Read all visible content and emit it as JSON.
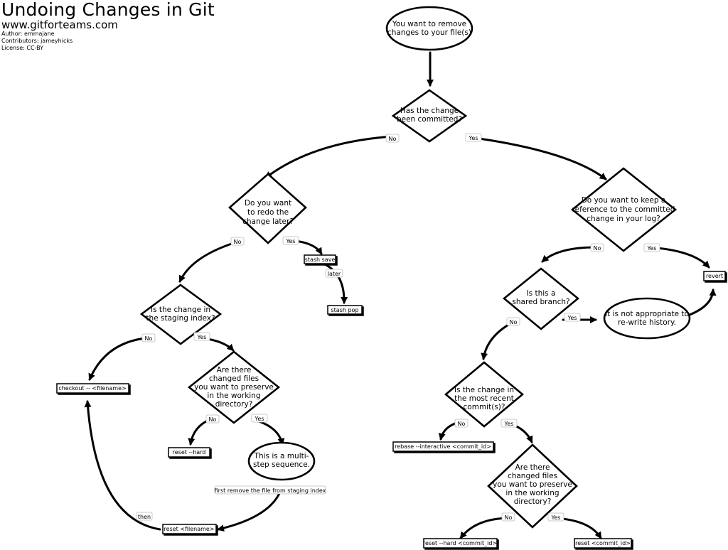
{
  "header": {
    "title": "Undoing Changes in Git",
    "site": "www.gitforteams.com",
    "author": "Author: emmajane",
    "contributors": "Contributors: jameyhicks",
    "license": "License: CC-BY"
  },
  "nodes": {
    "start": [
      "You want to remove",
      "changes to your file(s)"
    ],
    "committed": [
      "Has the change",
      "been committed?"
    ],
    "redo_later": [
      "Do you want",
      "to redo the",
      "change later?"
    ],
    "keep_reference": [
      "Do you want to keep a",
      "reference to the committed",
      "change in your log?"
    ],
    "stash_save": "stash save",
    "stash_pop": "stash pop",
    "staging_index": [
      "Is the change in",
      "the staging index?"
    ],
    "shared_branch": [
      "Is this a",
      "shared branch?"
    ],
    "not_appropriate": [
      "It is not appropriate to",
      "re-write history."
    ],
    "revert": "revert",
    "checkout": "checkout -- <filename>",
    "preserve_left": [
      "Are there",
      "changed files",
      "you want to preserve",
      "in the working",
      "directory?"
    ],
    "most_recent": [
      "Is the change in",
      "the most recent",
      "commit(s)?"
    ],
    "reset_hard": "reset --hard",
    "multi_step": [
      "This is a multi-",
      "step sequence."
    ],
    "rebase": "rebase --interactive <commit_id>",
    "preserve_right": [
      "Are there",
      "changed files",
      "you want to preserve",
      "in the working",
      "directory?"
    ],
    "reset_filename": "reset <filename>",
    "reset_hard_commit": "reset --hard <commit_id>",
    "reset_commit": "reset <commit_id>"
  },
  "labels": {
    "yes": "Yes",
    "no": "No",
    "later": "later",
    "then": "then",
    "first_remove": "first remove the file from staging index"
  }
}
